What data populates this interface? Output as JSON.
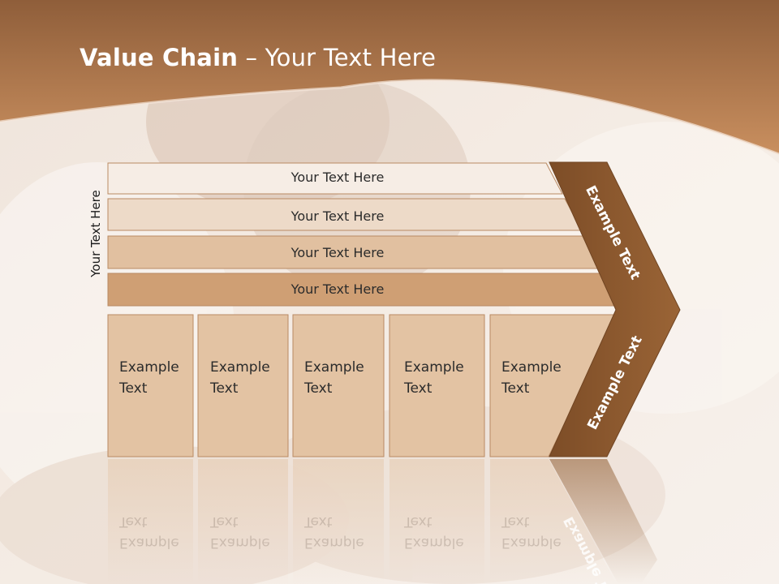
{
  "title": {
    "bold": "Value Chain",
    "rest": " – Your Text Here"
  },
  "side_label": "Your Text Here",
  "bands": [
    "Your Text Here",
    "Your Text Here",
    "Your Text Here",
    "Your Text Here"
  ],
  "boxes": [
    {
      "line1": "Example",
      "line2": "Text"
    },
    {
      "line1": "Example",
      "line2": "Text"
    },
    {
      "line1": "Example",
      "line2": "Text"
    },
    {
      "line1": "Example",
      "line2": "Text"
    },
    {
      "line1": "Example",
      "line2": "Text"
    }
  ],
  "arrow": {
    "upper_label": "Example Text",
    "lower_label": "Example Text"
  },
  "colors": {
    "header": "#b77a4c",
    "arrow": "#8e5a2e",
    "band_light": "#f6ede5",
    "band_mid": "#eddac8",
    "band_tan": "#e1c0a0",
    "band_dark": "#cf9f74",
    "box_fill": "#e3c3a3"
  }
}
